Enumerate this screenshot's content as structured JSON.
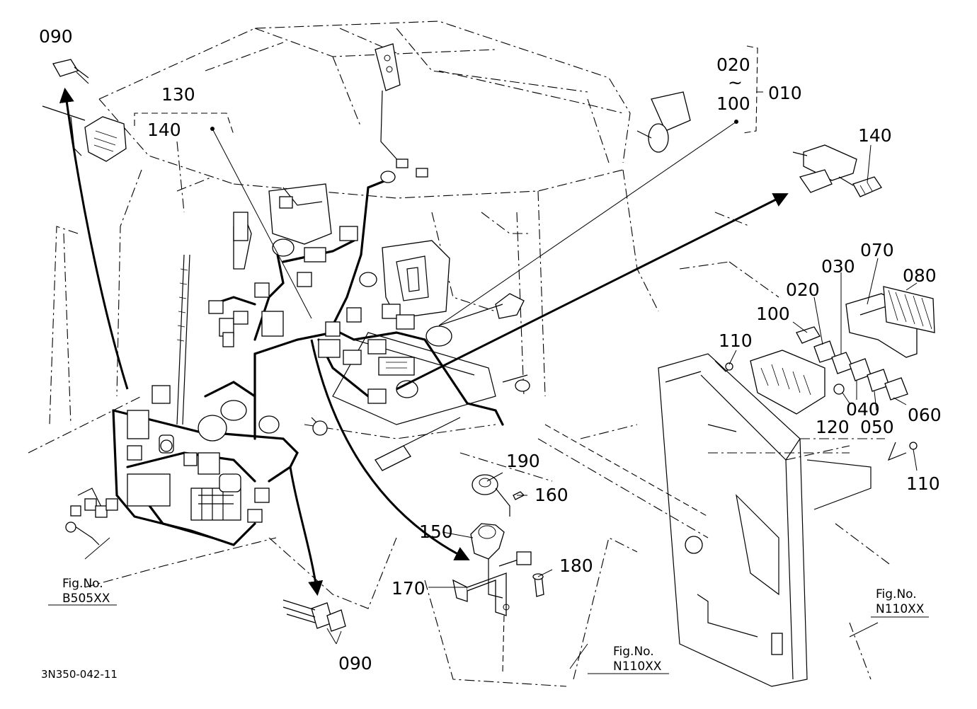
{
  "callouts": {
    "c090_top": "090",
    "c130": "130",
    "c140_left": "140",
    "c020_top": "020",
    "c_tilde": "~",
    "c100_top": "100",
    "c010": "010",
    "c140_right": "140",
    "c070": "070",
    "c030": "030",
    "c080": "080",
    "c020": "020",
    "c100": "100",
    "c110_top": "110",
    "c040": "040",
    "c050": "050",
    "c060": "060",
    "c120": "120",
    "c110_bottom": "110",
    "c190": "190",
    "c160": "160",
    "c150": "150",
    "c180": "180",
    "c170": "170",
    "c090_bottom": "090"
  },
  "fig_refs": {
    "left": {
      "label": "Fig.No.",
      "code": "B505XX"
    },
    "bottom": {
      "label": "Fig.No.",
      "code": "N110XX"
    },
    "right": {
      "label": "Fig.No.",
      "code": "N110XX"
    }
  },
  "drawing_code": "3N350-042-11"
}
